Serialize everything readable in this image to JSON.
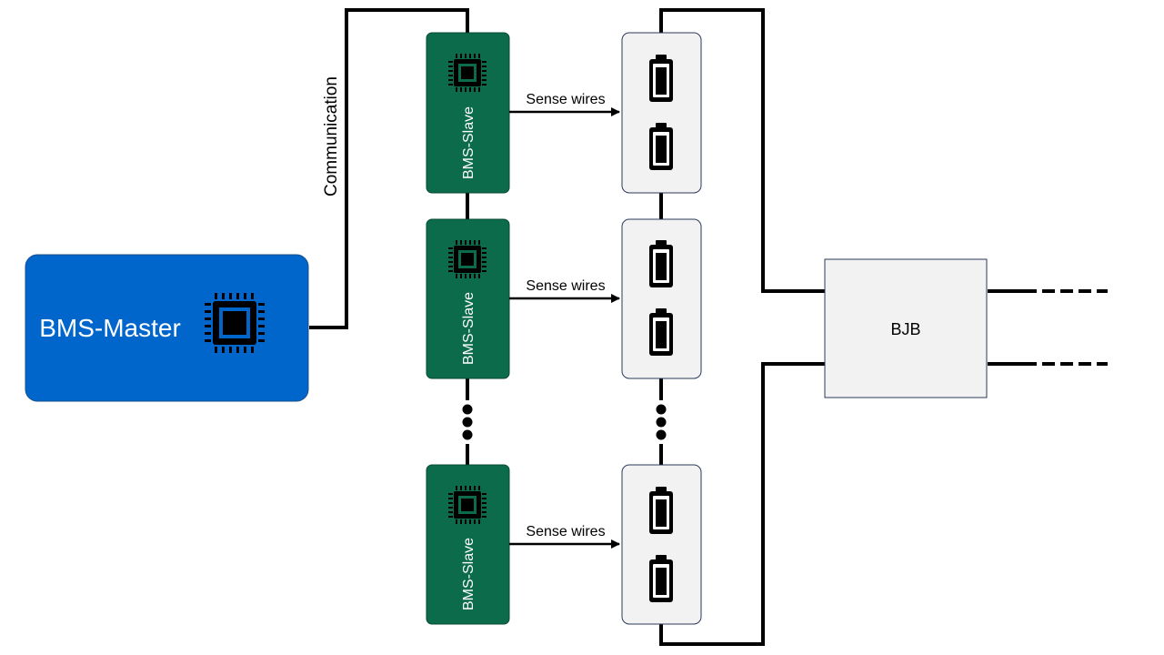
{
  "master": {
    "label": "BMS-Master",
    "color": "#0066cc"
  },
  "communication_label": "Communication",
  "slaves": [
    {
      "label": "BMS-Slave",
      "sense_label": "Sense wires"
    },
    {
      "label": "BMS-Slave",
      "sense_label": "Sense wires"
    },
    {
      "label": "BMS-Slave",
      "sense_label": "Sense wires"
    }
  ],
  "slave_color": "#0b6b4b",
  "bjb": {
    "label": "BJB"
  },
  "module_color": "#f2f2f2"
}
